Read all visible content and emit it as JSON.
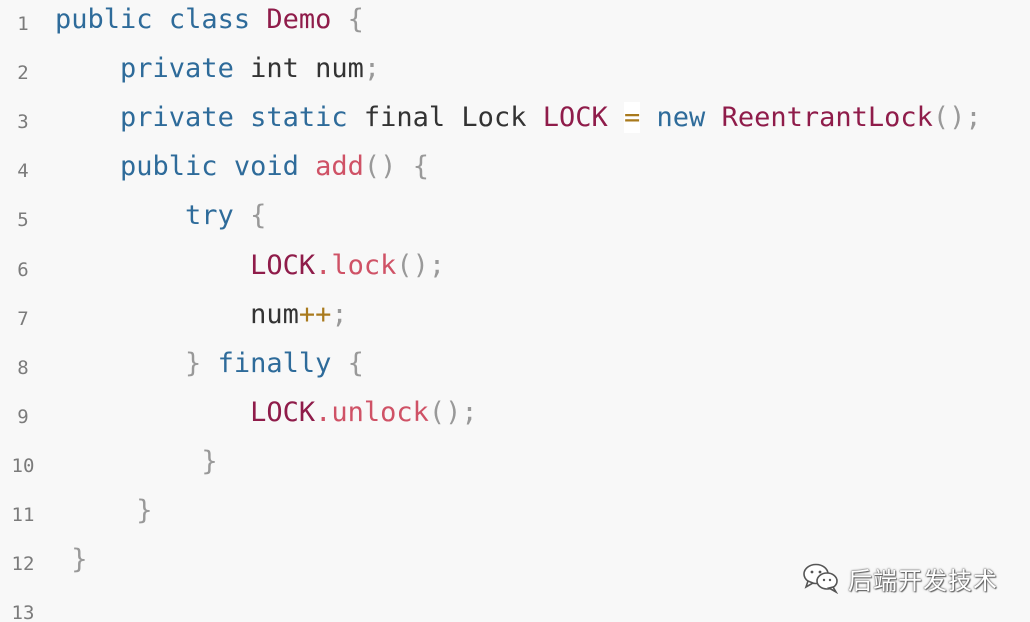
{
  "colors": {
    "background": "#f8f8f8",
    "keyword": "#2e6b9a",
    "type": "#8f1c4a",
    "function": "#cf5266",
    "punctuation": "#999999",
    "operator": "#a97a1d",
    "plain": "#333333",
    "line_number": "#7b7b7b"
  },
  "watermark": {
    "icon": "wechat-chat-icon",
    "text": "后端开发技术"
  },
  "lines": [
    {
      "number": "1",
      "tokens": [
        {
          "t": "public",
          "k": "kw"
        },
        {
          "t": " ",
          "k": "plain"
        },
        {
          "t": "class",
          "k": "kw"
        },
        {
          "t": " ",
          "k": "plain"
        },
        {
          "t": "Demo",
          "k": "type"
        },
        {
          "t": " ",
          "k": "plain"
        },
        {
          "t": "{",
          "k": "punc"
        }
      ]
    },
    {
      "number": "2",
      "tokens": [
        {
          "t": "    ",
          "k": "plain"
        },
        {
          "t": "private",
          "k": "kw"
        },
        {
          "t": " int num",
          "k": "plain"
        },
        {
          "t": ";",
          "k": "punc"
        }
      ]
    },
    {
      "number": "3",
      "tokens": [
        {
          "t": "    ",
          "k": "plain"
        },
        {
          "t": "private",
          "k": "kw"
        },
        {
          "t": " ",
          "k": "plain"
        },
        {
          "t": "static",
          "k": "kw"
        },
        {
          "t": " final Lock ",
          "k": "plain"
        },
        {
          "t": "LOCK",
          "k": "type"
        },
        {
          "t": " ",
          "k": "plain"
        },
        {
          "t": "=",
          "k": "eq"
        },
        {
          "t": " ",
          "k": "plain"
        },
        {
          "t": "new",
          "k": "kw"
        },
        {
          "t": " ",
          "k": "plain"
        },
        {
          "t": "ReentrantLock",
          "k": "type"
        },
        {
          "t": "();",
          "k": "punc"
        }
      ]
    },
    {
      "number": "4",
      "tokens": [
        {
          "t": "    ",
          "k": "plain"
        },
        {
          "t": "public",
          "k": "kw"
        },
        {
          "t": " ",
          "k": "plain"
        },
        {
          "t": "void",
          "k": "kw"
        },
        {
          "t": " ",
          "k": "plain"
        },
        {
          "t": "add",
          "k": "fn"
        },
        {
          "t": "()",
          "k": "punc"
        },
        {
          "t": " ",
          "k": "plain"
        },
        {
          "t": "{",
          "k": "punc"
        }
      ]
    },
    {
      "number": "5",
      "tokens": [
        {
          "t": "        ",
          "k": "plain"
        },
        {
          "t": "try",
          "k": "kw"
        },
        {
          "t": " ",
          "k": "plain"
        },
        {
          "t": "{",
          "k": "punc"
        }
      ]
    },
    {
      "number": "6",
      "tokens": [
        {
          "t": "            ",
          "k": "plain"
        },
        {
          "t": "LOCK",
          "k": "type"
        },
        {
          "t": ".lock",
          "k": "fn"
        },
        {
          "t": "();",
          "k": "punc"
        }
      ]
    },
    {
      "number": "7",
      "tokens": [
        {
          "t": "            num",
          "k": "plain"
        },
        {
          "t": "++",
          "k": "op"
        },
        {
          "t": ";",
          "k": "punc"
        }
      ]
    },
    {
      "number": "8",
      "tokens": [
        {
          "t": "        ",
          "k": "plain"
        },
        {
          "t": "}",
          "k": "punc"
        },
        {
          "t": " ",
          "k": "plain"
        },
        {
          "t": "finally",
          "k": "kw"
        },
        {
          "t": " ",
          "k": "plain"
        },
        {
          "t": "{",
          "k": "punc"
        }
      ]
    },
    {
      "number": "9",
      "tokens": [
        {
          "t": "            ",
          "k": "plain"
        },
        {
          "t": "LOCK",
          "k": "type"
        },
        {
          "t": ".unlock",
          "k": "fn"
        },
        {
          "t": "();",
          "k": "punc"
        }
      ]
    },
    {
      "number": "10",
      "tokens": [
        {
          "t": "         ",
          "k": "plain"
        },
        {
          "t": "}",
          "k": "punc"
        }
      ]
    },
    {
      "number": "11",
      "tokens": [
        {
          "t": "     ",
          "k": "plain"
        },
        {
          "t": "}",
          "k": "punc"
        }
      ]
    },
    {
      "number": "12",
      "tokens": [
        {
          "t": " ",
          "k": "plain"
        },
        {
          "t": "}",
          "k": "punc"
        }
      ]
    },
    {
      "number": "13",
      "tokens": []
    }
  ]
}
